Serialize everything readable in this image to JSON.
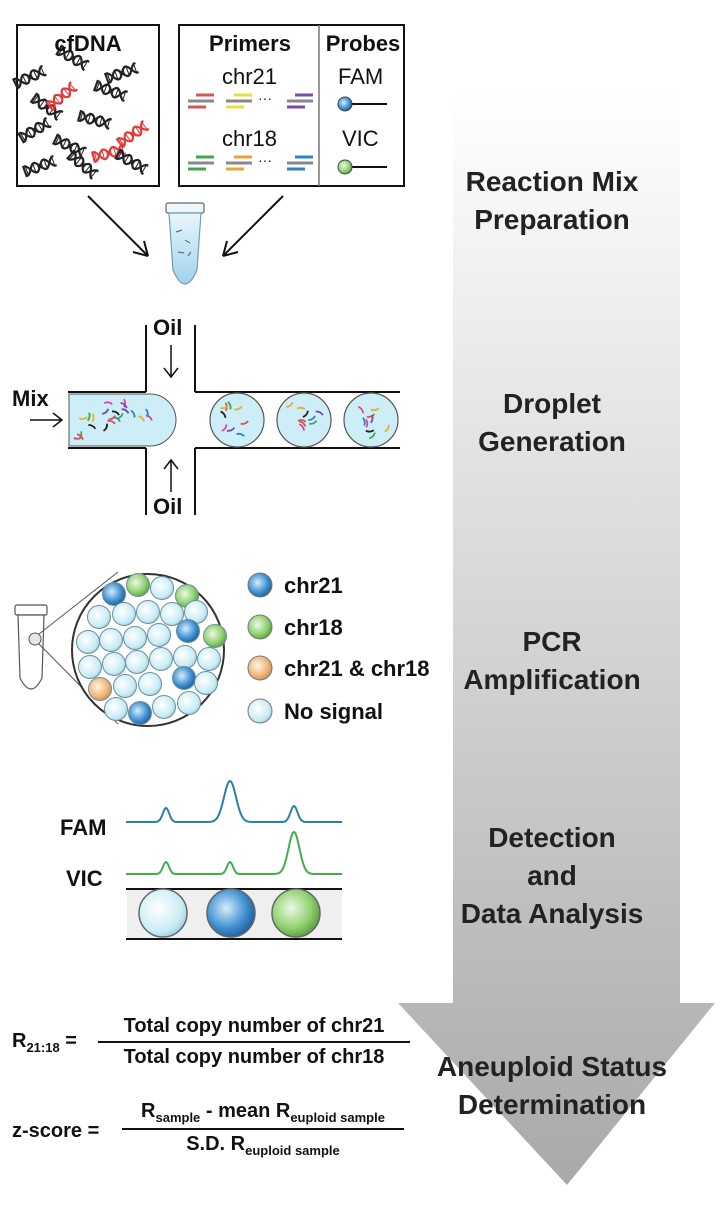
{
  "panel1": {
    "cfdna_title": "cfDNA",
    "primers_title": "Primers",
    "probes_title": "Probes",
    "chr21": "chr21",
    "chr18": "chr18",
    "ellipsis": "···",
    "fam": "FAM",
    "vic": "VIC"
  },
  "panel2": {
    "oil_top": "Oil",
    "oil_bottom": "Oil",
    "mix": "Mix"
  },
  "legend": [
    {
      "label": "chr21",
      "color": "#3d8fd1"
    },
    {
      "label": "chr18",
      "color": "#8fd070"
    },
    {
      "label": "chr21 & chr18",
      "color": "#f0b87a"
    },
    {
      "label": "No signal",
      "color": "#c8ecf4"
    }
  ],
  "panel4": {
    "fam": "FAM",
    "vic": "VIC"
  },
  "steps": [
    "Reaction Mix\nPreparation",
    "Droplet\nGeneration",
    "PCR\nAmplification",
    "Detection\nand\nData Analysis",
    "Aneuploid Status\nDetermination"
  ],
  "formula1": {
    "lhs": "R",
    "lhs_sub": "21:18",
    "eq": "=",
    "numerator": "Total copy number of chr21",
    "denominator": "Total copy number of chr18"
  },
  "formula2": {
    "lhs": "z-score =",
    "num_r": "R",
    "num_r_sub": "sample",
    "num_mid": "- mean R",
    "num_sub2": "euploid sample",
    "den": "S.D. R",
    "den_sub": "euploid sample"
  },
  "colors": {
    "arrow_top": "#ffffff",
    "arrow_bottom": "#a9a9a9",
    "fam_line": "#2b7fa8",
    "vic_line": "#3fb04a",
    "dna_black": "#222222",
    "dna_red": "#e23a3a"
  }
}
